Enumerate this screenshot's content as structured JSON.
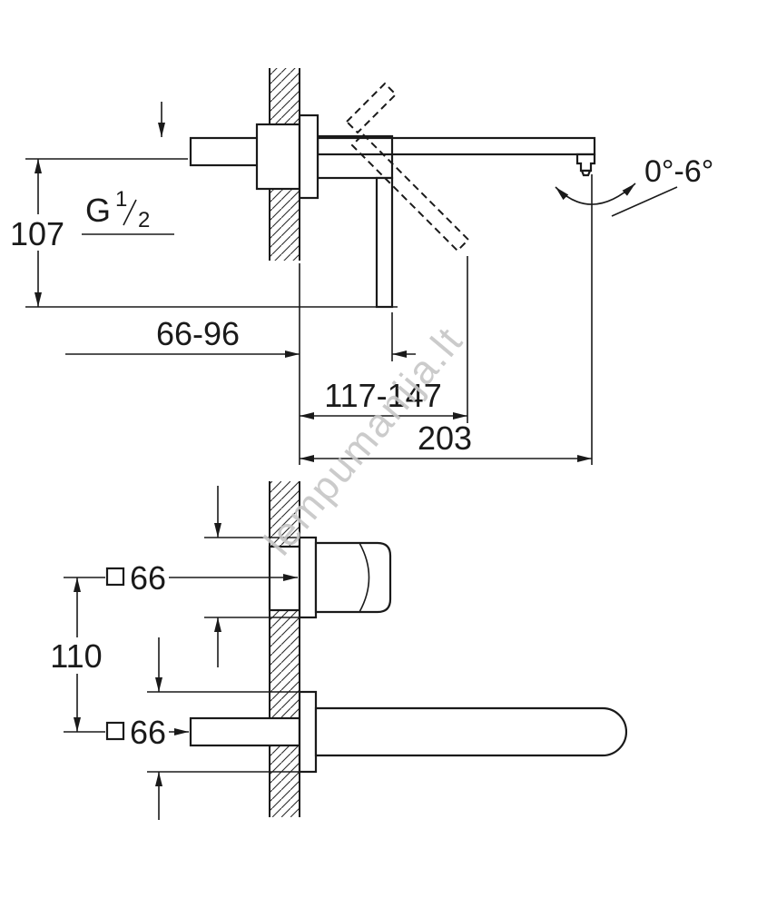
{
  "watermark": {
    "text": "lempumanija.lt"
  },
  "top_view": {
    "height": "107",
    "thread": {
      "prefix": "G",
      "numerator": "1",
      "denominator": "2"
    },
    "angle_range": "0°-6°",
    "depth_range": "66-96",
    "handle_projection": "117-147",
    "spout_projection": "203"
  },
  "bottom_view": {
    "center_distance": "110",
    "handle_square": "66",
    "spout_square": "66"
  },
  "colors": {
    "line": "#1a1a1a",
    "watermark": "#c6c6c6"
  }
}
